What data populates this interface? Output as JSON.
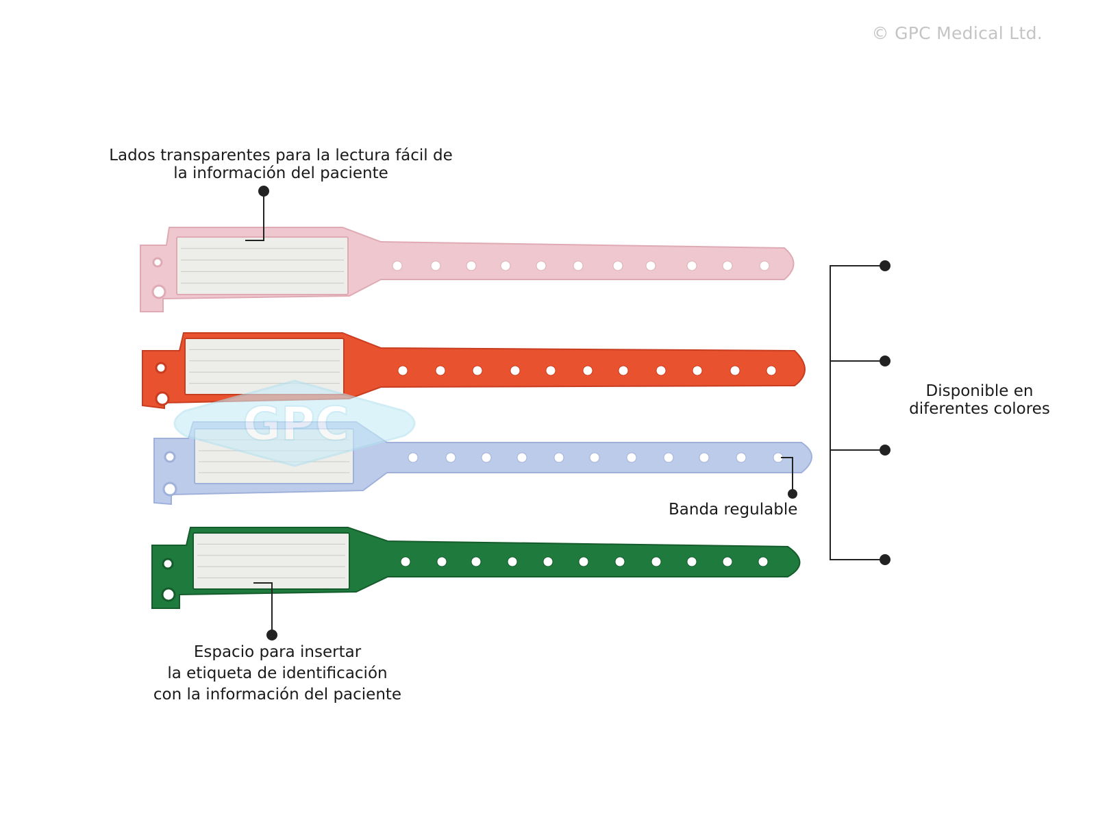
{
  "copyright": "© GPC Medical Ltd.",
  "watermark": "GPC",
  "annotations": {
    "transparent_sides": [
      "Lados transparentes para la lectura fácil de",
      "la información del paciente"
    ],
    "insert_space": [
      "Espacio para insertar",
      "la etiqueta de identificación",
      "con la información del paciente"
    ],
    "colors": [
      "Disponible en",
      "diferentes colores"
    ],
    "adjustable": "Banda regulable"
  },
  "wristbands": [
    {
      "name": "pink",
      "body": "#efc8cf",
      "edge": "#dfaab4"
    },
    {
      "name": "red",
      "body": "#e8522f",
      "edge": "#c83c1f"
    },
    {
      "name": "blue",
      "body": "#bccbe9",
      "edge": "#9fb1db"
    },
    {
      "name": "green",
      "body": "#1f7a3e",
      "edge": "#155c2c"
    }
  ],
  "label_card_color": "#ededea",
  "leader_color": "#222222"
}
